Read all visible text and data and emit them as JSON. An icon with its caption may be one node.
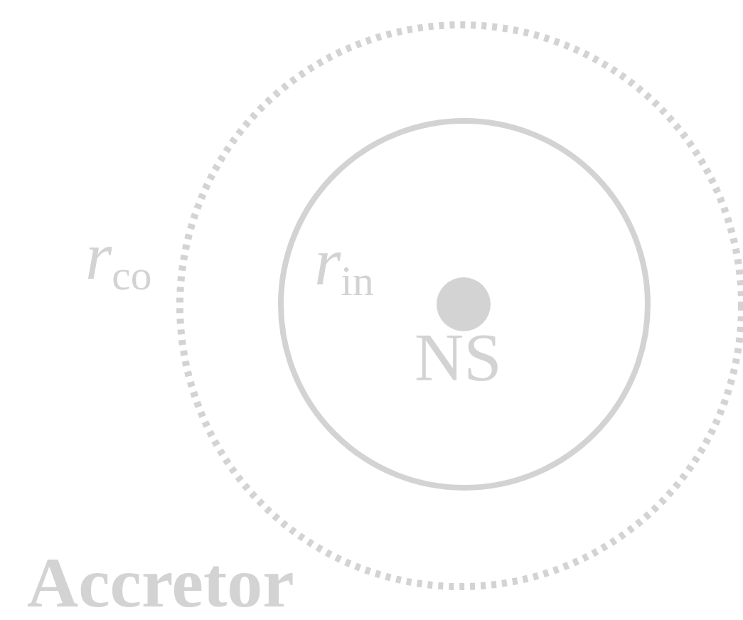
{
  "diagram": {
    "nodes": [
      {
        "text": [
          "*r*$_{co}$"
        ]
      },
      {
        "text": [
          "*r*$_{in}$"
        ],
        "in": 0
      },
      {
        "text": [
          "NS"
        ],
        "in": 1
      }
    ],
    "labels": [
      "Accretor"
    ]
  }
}
